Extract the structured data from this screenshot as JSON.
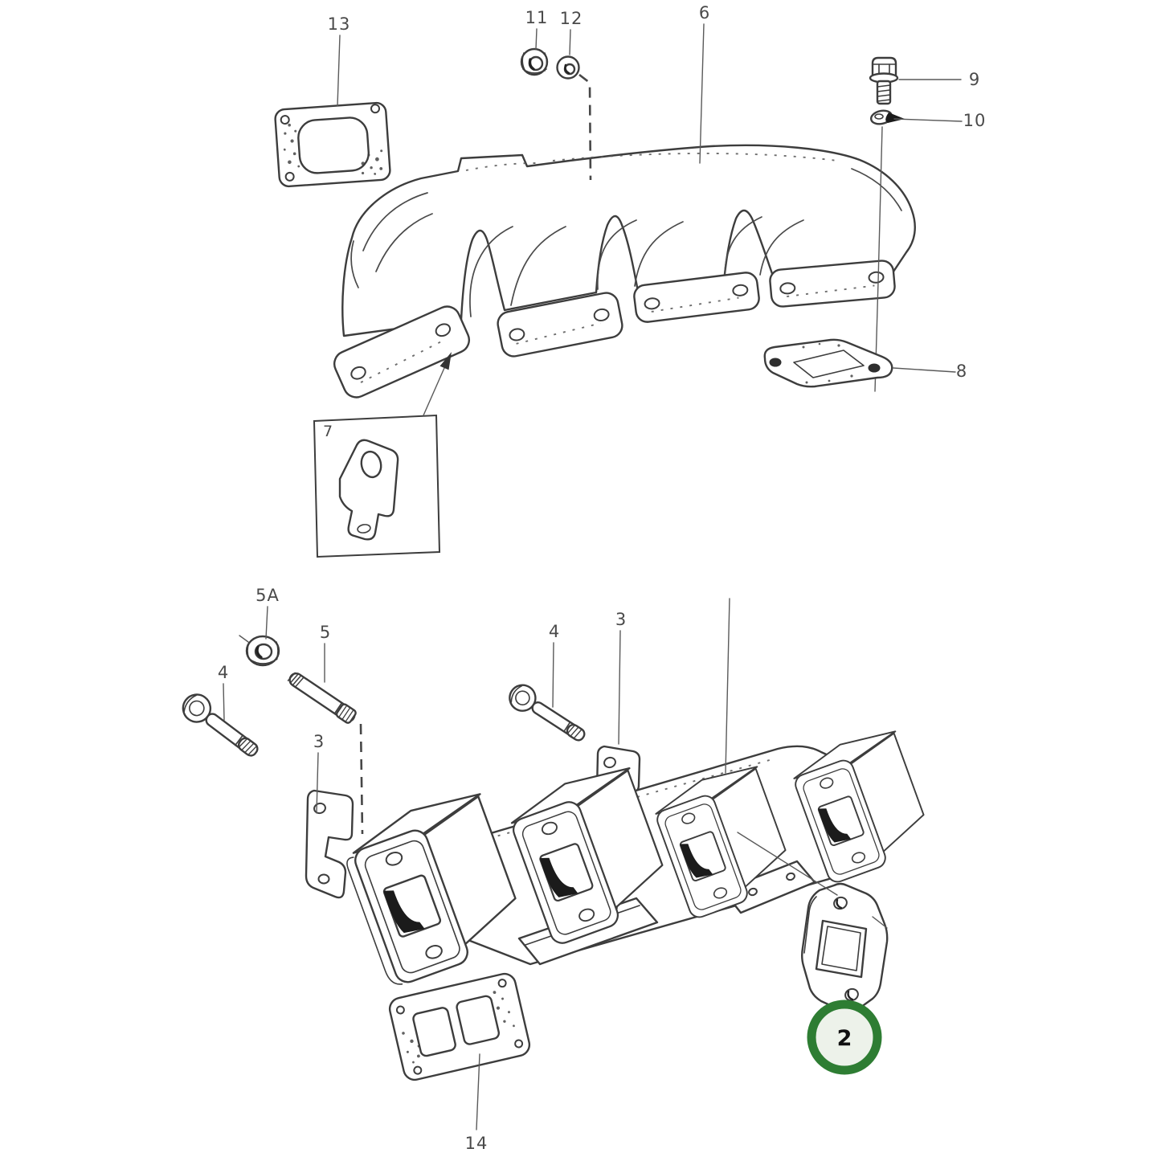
{
  "diagram": {
    "kind": "exploded-parts-diagram",
    "callouts": {
      "n13": {
        "label": "13"
      },
      "n11": {
        "label": "11"
      },
      "n12": {
        "label": "12"
      },
      "n6": {
        "label": "6"
      },
      "n9": {
        "label": "9"
      },
      "n10": {
        "label": "10"
      },
      "n8": {
        "label": "8"
      },
      "n7": {
        "label": "7"
      },
      "n5a": {
        "label": "5A"
      },
      "n5": {
        "label": "5"
      },
      "n4_mid": {
        "label": "4"
      },
      "n3_right": {
        "label": "3"
      },
      "n4_left": {
        "label": "4"
      },
      "n3_left": {
        "label": "3"
      },
      "n14": {
        "label": "14"
      }
    },
    "highlight": {
      "label": "2",
      "ring_color": "#2e7d33",
      "fill_color": "#edf2ea"
    },
    "line_color": "#3d3d3d",
    "background_color": "#ffffff"
  }
}
